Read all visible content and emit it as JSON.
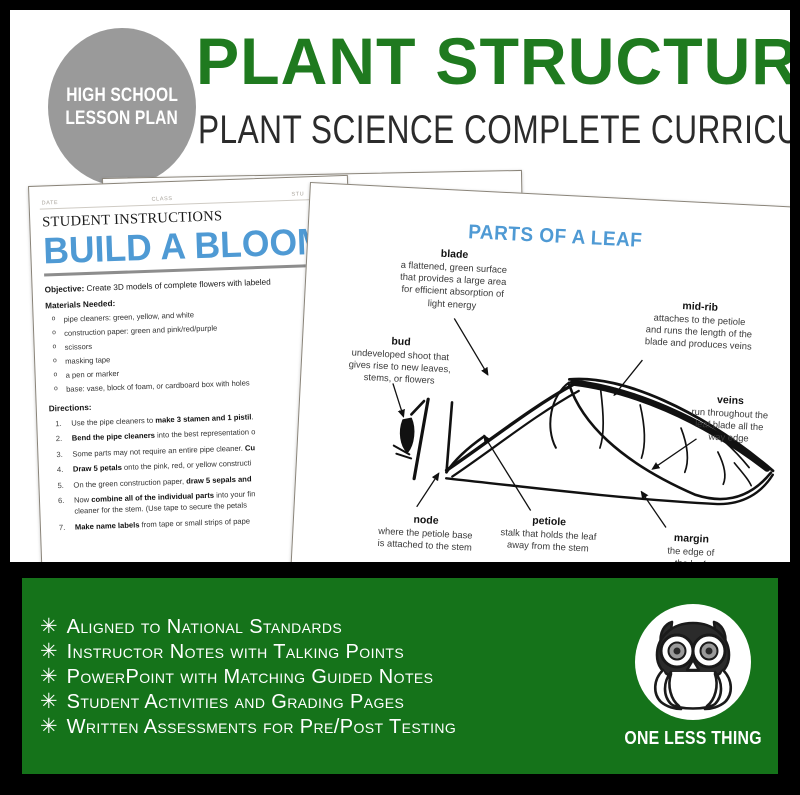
{
  "colors": {
    "frame": "#000000",
    "title_green": "#1f7a1f",
    "banner_green": "#15731a",
    "badge_gray": "#9a9a9a",
    "accent_blue": "#4f9ad4",
    "paper_white": "#ffffff"
  },
  "header": {
    "badge_line1": "HIGH SCHOOL",
    "badge_line2": "LESSON PLAN",
    "title": "PLANT STRUCTURES",
    "subtitle": "PLANT SCIENCE COMPLETE CURRICULUM"
  },
  "worksheet_left": {
    "field_date": "DATE",
    "field_class": "CLASS",
    "field_student": "STU",
    "kicker": "STUDENT INSTRUCTIONS",
    "title": "BUILD A BLOOM",
    "objective_label": "Objective:",
    "objective_text": "Create 3D models of complete flowers with labeled",
    "materials_label": "Materials Needed:",
    "materials": [
      "pipe cleaners: green, yellow, and white",
      "construction paper: green and pink/red/purple",
      "scissors",
      "masking tape",
      "a pen or marker",
      "base: vase, block of foam, or cardboard box with holes"
    ],
    "directions_label": "Directions:",
    "directions": [
      {
        "num": "1.",
        "pre": "Use the pipe cleaners to ",
        "bold": "make 3 stamen and 1 pistil",
        "post": "."
      },
      {
        "num": "2.",
        "pre": "",
        "bold": "Bend the pipe cleaners",
        "post": " into the best representation o"
      },
      {
        "num": "3.",
        "pre": "Some parts may not require an entire pipe cleaner. ",
        "bold": "Cu",
        "post": ""
      },
      {
        "num": "4.",
        "pre": "",
        "bold": "Draw 5 petals",
        "post": " onto the pink, red, or yellow constructi"
      },
      {
        "num": "5.",
        "pre": "On the green construction paper, ",
        "bold": "draw 5 sepals and",
        "post": ""
      },
      {
        "num": "6.",
        "pre": "Now ",
        "bold": "combine all of the individual parts",
        "post": " into your fin",
        "cont": "cleaner for the stem. (Use tape to secure the petals"
      },
      {
        "num": "7.",
        "pre": "",
        "bold": "Make name labels",
        "post": " from tape or small strips of pape"
      }
    ]
  },
  "worksheet_right": {
    "title": "PARTS OF A LEAF",
    "labels": [
      {
        "id": "blade",
        "term": "blade",
        "desc": "a flattened, green surface\nthat provides a large area\nfor efficient absorption of\nlight energy"
      },
      {
        "id": "bud",
        "term": "bud",
        "desc": "undeveloped shoot that\ngives rise to new leaves,\nstems, or flowers"
      },
      {
        "id": "midrib",
        "term": "mid-rib",
        "desc": "attaches to the petiole\nand runs the length of the\nblade and produces veins"
      },
      {
        "id": "veins",
        "term": "veins",
        "desc": "run throughout the\nleaf blade all the\nway edge"
      },
      {
        "id": "node",
        "term": "node",
        "desc": "where the petiole base\nis attached to the stem"
      },
      {
        "id": "petiole",
        "term": "petiole",
        "desc": "stalk that holds the leaf\naway from the stem"
      },
      {
        "id": "margin",
        "term": "margin",
        "desc": "the edge of\nthe leaf"
      }
    ]
  },
  "banner": {
    "bullet_glyph": "✳",
    "features": [
      "Aligned to National Standards",
      "Instructor Notes with Talking Points",
      "PowerPoint with Matching Guided Notes",
      "Student  Activities  and  Grading  Pages",
      "Written Assessments for Pre/Post Testing"
    ],
    "logo_text": "ONE LESS THING",
    "logo_icon": "owl-icon"
  }
}
